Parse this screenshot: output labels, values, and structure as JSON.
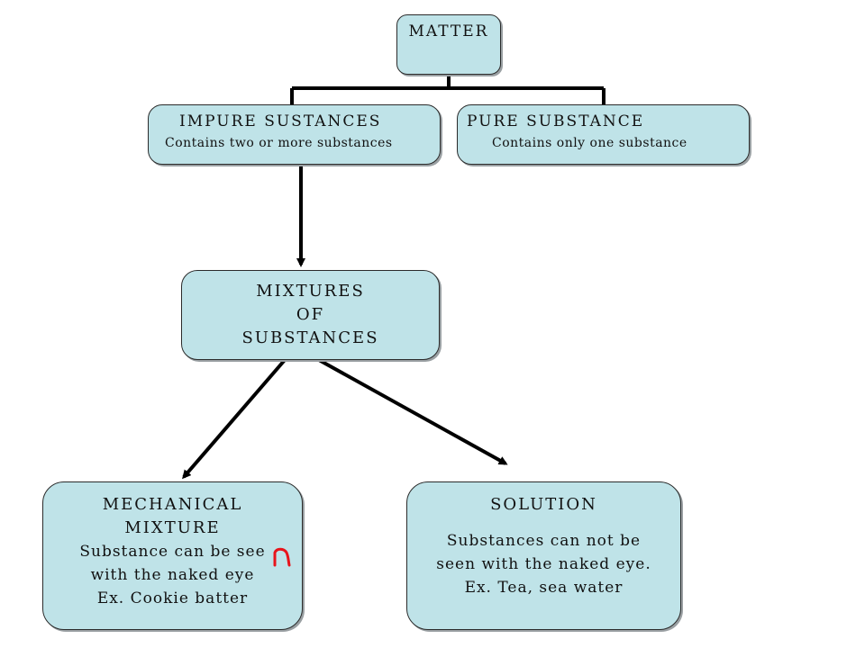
{
  "diagram": {
    "nodes": {
      "matter": {
        "lines": [
          "MATTER"
        ]
      },
      "impure": {
        "title": "IMPURE SUSTANCES",
        "description": "Contains two or more substances"
      },
      "pure": {
        "title": "PURE SUBSTANCE",
        "description": "Contains only one substance"
      },
      "mixtures": {
        "lines": [
          "MIXTURES",
          "OF",
          "SUBSTANCES"
        ]
      },
      "mechanical": {
        "lines": [
          "MECHANICAL",
          "MIXTURE",
          "Substance can be see",
          "with the naked eye",
          "Ex. Cookie batter"
        ]
      },
      "solution": {
        "title": "SOLUTION",
        "lines": [
          "Substances can not be",
          "seen with the naked eye.",
          "Ex. Tea, sea water"
        ]
      }
    },
    "edges": [
      {
        "from": "matter",
        "to": "impure"
      },
      {
        "from": "matter",
        "to": "pure"
      },
      {
        "from": "impure",
        "to": "mixtures"
      },
      {
        "from": "mixtures",
        "to": "mechanical"
      },
      {
        "from": "mixtures",
        "to": "solution"
      }
    ],
    "colors": {
      "box_fill": "#bfe3e8",
      "box_border": "#2b2b2b",
      "connector": "#000000",
      "annotation": "#e8141b"
    }
  }
}
